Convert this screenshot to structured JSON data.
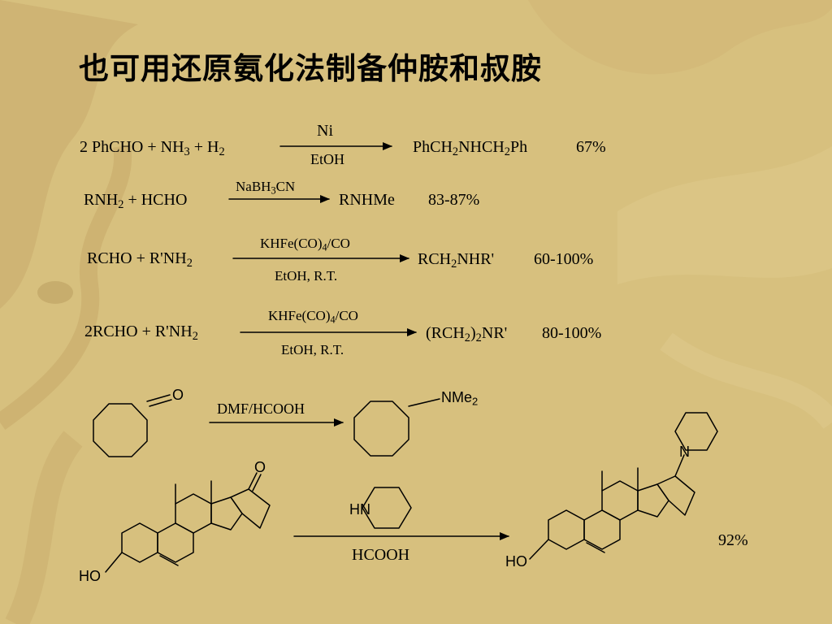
{
  "title": "也可用还原氨化法制备仲胺和叔胺",
  "reactions": [
    {
      "reactants": [
        "2 PhCHO + NH",
        "3",
        " + H",
        "2"
      ],
      "reagent_above": "Ni",
      "reagent_below": "EtOH",
      "product": [
        "PhCH",
        "2",
        "NHCH",
        "2",
        "Ph"
      ],
      "yield": "67%"
    },
    {
      "reactants": [
        "RNH",
        "2",
        " + HCHO"
      ],
      "reagent_above": [
        "NaBH",
        "3",
        "CN"
      ],
      "product": "RNHMe",
      "yield": "83-87%"
    },
    {
      "reactants": [
        "RCHO + R'NH",
        "2"
      ],
      "reagent_above": [
        "KHFe(CO)",
        "4",
        "/CO"
      ],
      "reagent_below": "EtOH, R.T.",
      "product": [
        "RCH",
        "2",
        "NHR'"
      ],
      "yield": "60-100%"
    },
    {
      "reactants": [
        "2RCHO + R'NH",
        "2"
      ],
      "reagent_above": [
        "KHFe(CO)",
        "4",
        "/CO"
      ],
      "reagent_below": "EtOH, R.T.",
      "product": [
        "(RCH",
        "2",
        ")",
        "2",
        "NR'"
      ],
      "yield": "80-100%"
    }
  ],
  "cyclooctanone_reaction": {
    "ketone_atom": "O",
    "reagent": "DMF/HCOOH",
    "amine_group": [
      "NMe",
      "2"
    ]
  },
  "steroid_reaction": {
    "ketone_atom": "O",
    "hydroxyl_label": "HO",
    "amine_reagent_label": "HN",
    "reagent_below": "HCOOH",
    "product_n_label": "N",
    "product_hydroxyl_label": "HO",
    "yield": "92%"
  },
  "colors": {
    "background": "#d7c07e",
    "ink": "#000000"
  }
}
